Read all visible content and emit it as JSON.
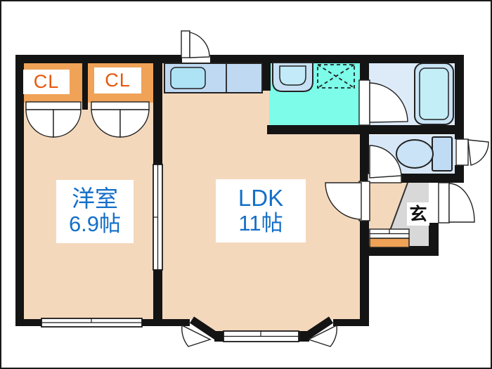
{
  "plan": {
    "type": "floorplan",
    "rooms": {
      "western_room": {
        "name": "洋室",
        "area": "6.9帖"
      },
      "ldk": {
        "name": "LDK",
        "area": "11帖"
      },
      "closet_left": {
        "name": "CL"
      },
      "closet_right": {
        "name": "CL"
      },
      "entrance": {
        "name": "玄"
      }
    },
    "fixtures": [
      "kitchen-counter",
      "kitchen-sink",
      "vanity-basin",
      "washing-machine-pan",
      "bathtub",
      "toilet",
      "shoe-cabinet",
      "entrance-step"
    ],
    "openings": [
      "kitchen-window",
      "toilet-window",
      "entrance-door",
      "bathroom-door",
      "toilet-door",
      "hall-door",
      "closet-double-doors",
      "room-sliding-door",
      "bedroom-window",
      "bay-window"
    ],
    "colors": {
      "floor_tan": "#F4D8BC",
      "closet_orange": "#F0A257",
      "fixture_blue": "#BFD9F2",
      "sink_cyan": "#AEE3F6",
      "washroom_cyan": "#7CFCE9",
      "bath_floor_blue": "#DDEAF8",
      "toilet_floor_blue": "#D7E7F7",
      "entrance_gray": "#D8D8D8",
      "wall_black": "#141414",
      "label_blue": "#146FC8",
      "label_orange": "#E8570A"
    }
  }
}
